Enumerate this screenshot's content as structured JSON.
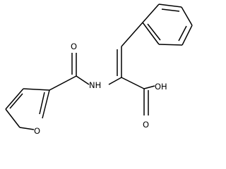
{
  "molecule": {
    "atoms": {
      "carbonyl_oxygen": "O",
      "amide_nh": "NH",
      "acid_hydroxyl": "OH",
      "acid_oxygen": "O",
      "furan_oxygen": "O"
    }
  }
}
